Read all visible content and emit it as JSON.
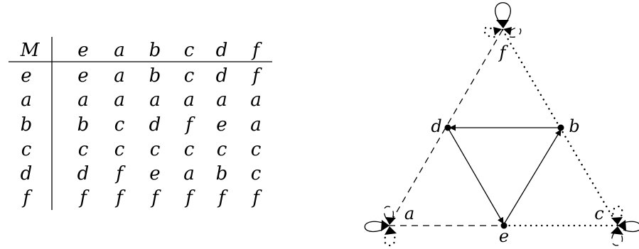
{
  "table": {
    "corner": "M",
    "columns": [
      "e",
      "a",
      "b",
      "c",
      "d",
      "f"
    ],
    "rows": [
      {
        "label": "e",
        "cells": [
          "e",
          "a",
          "b",
          "c",
          "d",
          "f"
        ]
      },
      {
        "label": "a",
        "cells": [
          "a",
          "a",
          "a",
          "a",
          "a",
          "a"
        ]
      },
      {
        "label": "b",
        "cells": [
          "b",
          "c",
          "d",
          "f",
          "e",
          "a"
        ]
      },
      {
        "label": "c",
        "cells": [
          "c",
          "c",
          "c",
          "c",
          "c",
          "c"
        ]
      },
      {
        "label": "d",
        "cells": [
          "d",
          "f",
          "e",
          "a",
          "b",
          "c"
        ]
      },
      {
        "label": "f",
        "cells": [
          "f",
          "f",
          "f",
          "f",
          "f",
          "f"
        ]
      }
    ]
  },
  "graph": {
    "nodes": {
      "f": "f",
      "d": "d",
      "b": "b",
      "a": "a",
      "e": "e",
      "c": "c"
    }
  }
}
